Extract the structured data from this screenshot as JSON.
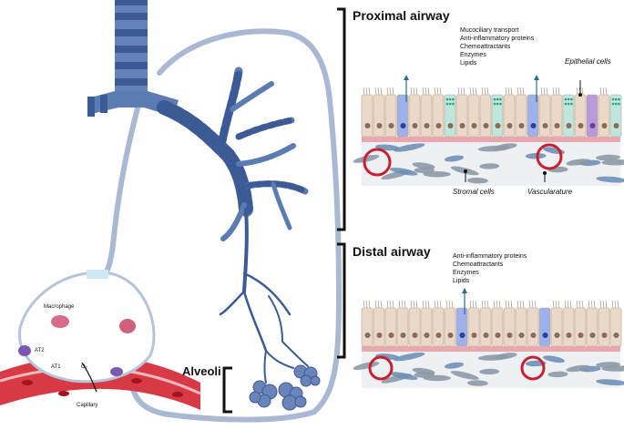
{
  "labels": {
    "proximal_title": "Proximal airway",
    "distal_title": "Distal airway",
    "alveoli_title": "Alveoli",
    "epithelial": "Epithelial cells",
    "stromal": "Stromal cells",
    "vasculature": "Vascularature",
    "macrophage": "Macrophage",
    "at2": "AT2",
    "at1": "AT1",
    "o2": "O₂",
    "capillary": "Capillary"
  },
  "proximal_secretions": [
    "Mucociliary transport",
    "Anti-inflammatory proteins",
    "Chemoattractants",
    "Enzymes",
    "Lipids"
  ],
  "distal_secretions": [
    "Anti-inflammatory proteins",
    "Chemoattractants",
    "Enzymes",
    "Lipids"
  ],
  "colors": {
    "airway": "#5b7bb3",
    "airway_light": "#8fa6cf",
    "lung_outline": "#a9b8d3",
    "epithelium": "#ead8c8",
    "goblet": "#8fd1c0",
    "club": "#8ea4e8",
    "vessel": "#c9202f",
    "stroma": "#8c99a6"
  }
}
